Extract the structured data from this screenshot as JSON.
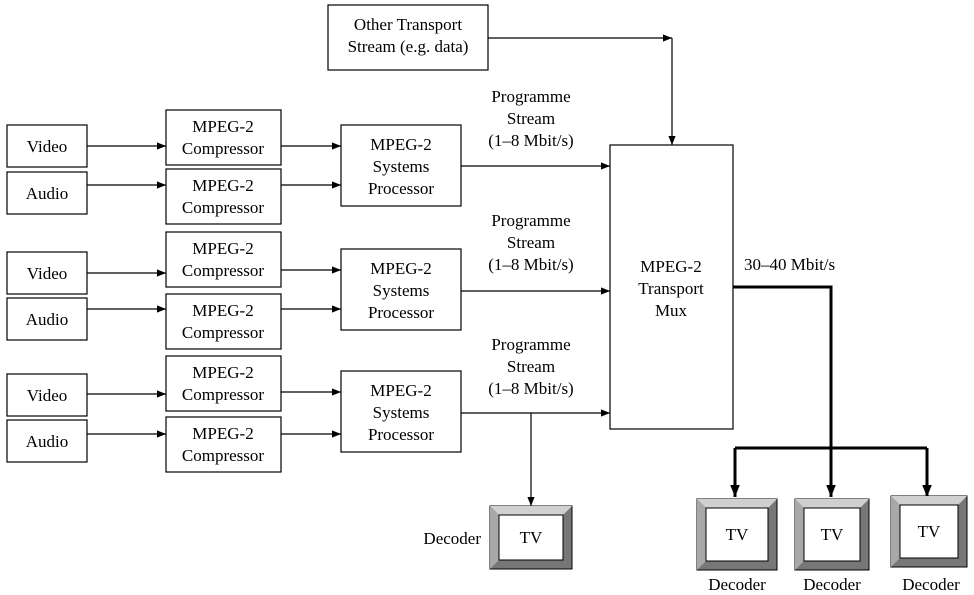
{
  "other_stream": [
    "Other Transport",
    "Stream (e.g. data)"
  ],
  "inputs": {
    "video": "Video",
    "audio": "Audio"
  },
  "compressor": [
    "MPEG-2",
    "Compressor"
  ],
  "systems_processor": [
    "MPEG-2",
    "Systems",
    "Processor"
  ],
  "programme_stream": [
    "Programme",
    "Stream",
    "(1–8 Mbit/s)"
  ],
  "transport_mux": [
    "MPEG-2",
    "Transport",
    "Mux"
  ],
  "mux_rate": "30–40 Mbit/s",
  "tv": "TV",
  "decoder": "Decoder"
}
